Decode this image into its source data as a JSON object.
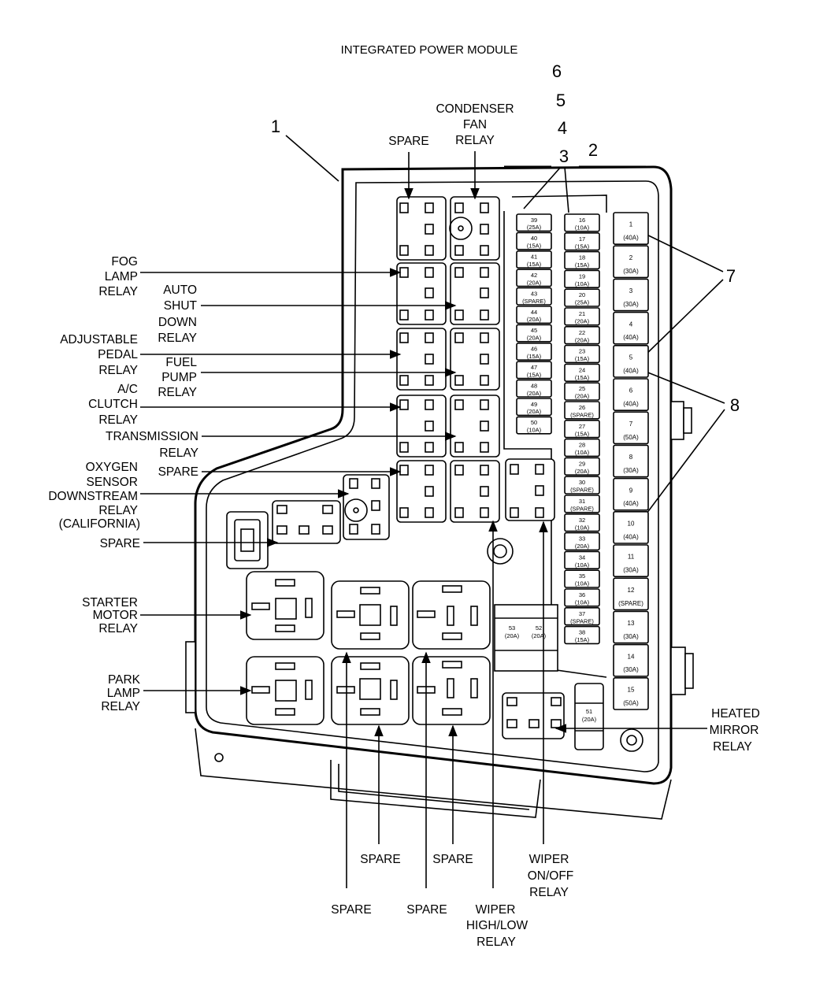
{
  "title": "INTEGRATED POWER MODULE",
  "callouts": [
    "1",
    "2",
    "3",
    "4",
    "5",
    "6",
    "7",
    "8"
  ],
  "left_labels": {
    "fog_lamp_relay": [
      "FOG",
      "LAMP",
      "RELAY"
    ],
    "auto_shut_down_relay": [
      "AUTO",
      "SHUT",
      "DOWN",
      "RELAY"
    ],
    "adjustable_pedal_relay": [
      "ADJUSTABLE",
      "PEDAL",
      "RELAY"
    ],
    "fuel_pump_relay": [
      "FUEL",
      "PUMP",
      "RELAY"
    ],
    "ac_clutch_relay": [
      "A/C",
      "CLUTCH",
      "RELAY"
    ],
    "transmission_relay": [
      "TRANSMISSION",
      "RELAY"
    ],
    "spare_mid": "SPARE",
    "oxygen_sensor_relay": [
      "OXYGEN",
      "SENSOR",
      "DOWNSTREAM",
      "RELAY",
      "(CALIFORNIA)"
    ],
    "spare_left": "SPARE",
    "starter_motor_relay": [
      "STARTER",
      "MOTOR",
      "RELAY"
    ],
    "park_lamp_relay": [
      "PARK",
      "LAMP",
      "RELAY"
    ]
  },
  "top_labels": {
    "spare_top": "SPARE",
    "condenser_fan_relay": [
      "CONDENSER",
      "FAN",
      "RELAY"
    ]
  },
  "right_labels": {
    "heated_mirror_relay": [
      "HEATED",
      "MIRROR",
      "RELAY"
    ]
  },
  "bottom_labels": {
    "spare_b1": "SPARE",
    "spare_b2": "SPARE",
    "spare_b3": "SPARE",
    "spare_b4": "SPARE",
    "wiper_high_low_relay": [
      "WIPER",
      "HIGH/LOW",
      "RELAY"
    ],
    "wiper_on_off_relay": [
      "WIPER",
      "ON/OFF",
      "RELAY"
    ]
  },
  "fuses_col_a": [
    [
      "39",
      "(25A)"
    ],
    [
      "40",
      "(15A)"
    ],
    [
      "41",
      "(15A)"
    ],
    [
      "42",
      "(20A)"
    ],
    [
      "43",
      "(SPARE)"
    ],
    [
      "44",
      "(20A)"
    ],
    [
      "45",
      "(20A)"
    ],
    [
      "46",
      "(15A)"
    ],
    [
      "47",
      "(15A)"
    ],
    [
      "48",
      "(20A)"
    ],
    [
      "49",
      "(20A)"
    ],
    [
      "50",
      "(10A)"
    ]
  ],
  "fuses_col_b": [
    [
      "16",
      "(10A)"
    ],
    [
      "17",
      "(15A)"
    ],
    [
      "18",
      "(15A)"
    ],
    [
      "19",
      "(10A)"
    ],
    [
      "20",
      "(25A)"
    ],
    [
      "21",
      "(20A)"
    ],
    [
      "22",
      "(20A)"
    ],
    [
      "23",
      "(15A)"
    ],
    [
      "24",
      "(15A)"
    ],
    [
      "25",
      "(20A)"
    ],
    [
      "26",
      "(SPARE)"
    ],
    [
      "27",
      "(15A)"
    ],
    [
      "28",
      "(10A)"
    ],
    [
      "29",
      "(20A)"
    ],
    [
      "30",
      "(SPARE)"
    ],
    [
      "31",
      "(SPARE)"
    ],
    [
      "32",
      "(10A)"
    ],
    [
      "33",
      "(20A)"
    ],
    [
      "34",
      "(10A)"
    ],
    [
      "35",
      "(10A)"
    ],
    [
      "36",
      "(10A)"
    ],
    [
      "37",
      "(SPARE)"
    ],
    [
      "38",
      "(15A)"
    ]
  ],
  "fuses_maxi": [
    [
      "1",
      "(40A)"
    ],
    [
      "2",
      "(30A)"
    ],
    [
      "3",
      "(30A)"
    ],
    [
      "4",
      "(40A)"
    ],
    [
      "5",
      "(40A)"
    ],
    [
      "6",
      "(40A)"
    ],
    [
      "7",
      "(50A)"
    ],
    [
      "8",
      "(30A)"
    ],
    [
      "9",
      "(40A)"
    ],
    [
      "10",
      "(40A)"
    ],
    [
      "11",
      "(30A)"
    ],
    [
      "12",
      "(SPARE)"
    ],
    [
      "13",
      "(30A)"
    ],
    [
      "14",
      "(30A)"
    ],
    [
      "15",
      "(50A)"
    ]
  ],
  "fuse_53": [
    "53",
    "(20A)"
  ],
  "fuse_52": [
    "52",
    "(20A)"
  ],
  "fuse_51": [
    "51",
    "(20A)"
  ]
}
